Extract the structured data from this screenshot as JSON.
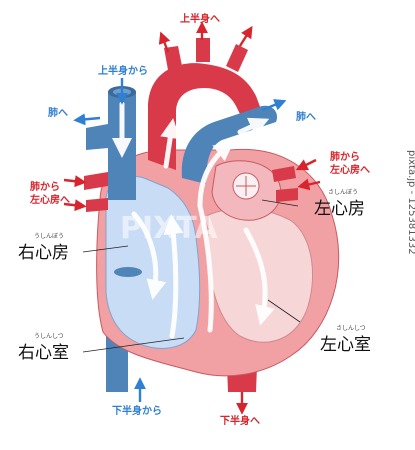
{
  "labels": {
    "upper_body_out": "上半身へ",
    "upper_body_in": "上半身から",
    "to_lungs_left": "肺へ",
    "to_lungs_right": "肺へ",
    "lungs_to_la_left": "肺から\n左心房へ",
    "lungs_to_la_right": "肺から\n左心房へ",
    "left_atrium": "左心房",
    "left_atrium_ruby": "さしんぼう",
    "right_atrium": "右心房",
    "right_atrium_ruby": "うしんぼう",
    "right_ventricle": "右心室",
    "right_ventricle_ruby": "うしんしつ",
    "left_ventricle": "左心室",
    "left_ventricle_ruby": "さしんしつ",
    "lower_body_in": "下半身から",
    "lower_body_out": "下半身へ"
  },
  "watermark": "PIXTA",
  "side_text": "pixta.jp - 125381332",
  "colors": {
    "arterial_red": "#d8242c",
    "venous_blue": "#2f7fd3",
    "artery_fill": "#d93a4a",
    "vein_fill": "#4f84b8",
    "heart_wall": "#f1a0a3",
    "right_chamber": "#c9dcf5",
    "left_chamber": "#f7d6d8"
  }
}
